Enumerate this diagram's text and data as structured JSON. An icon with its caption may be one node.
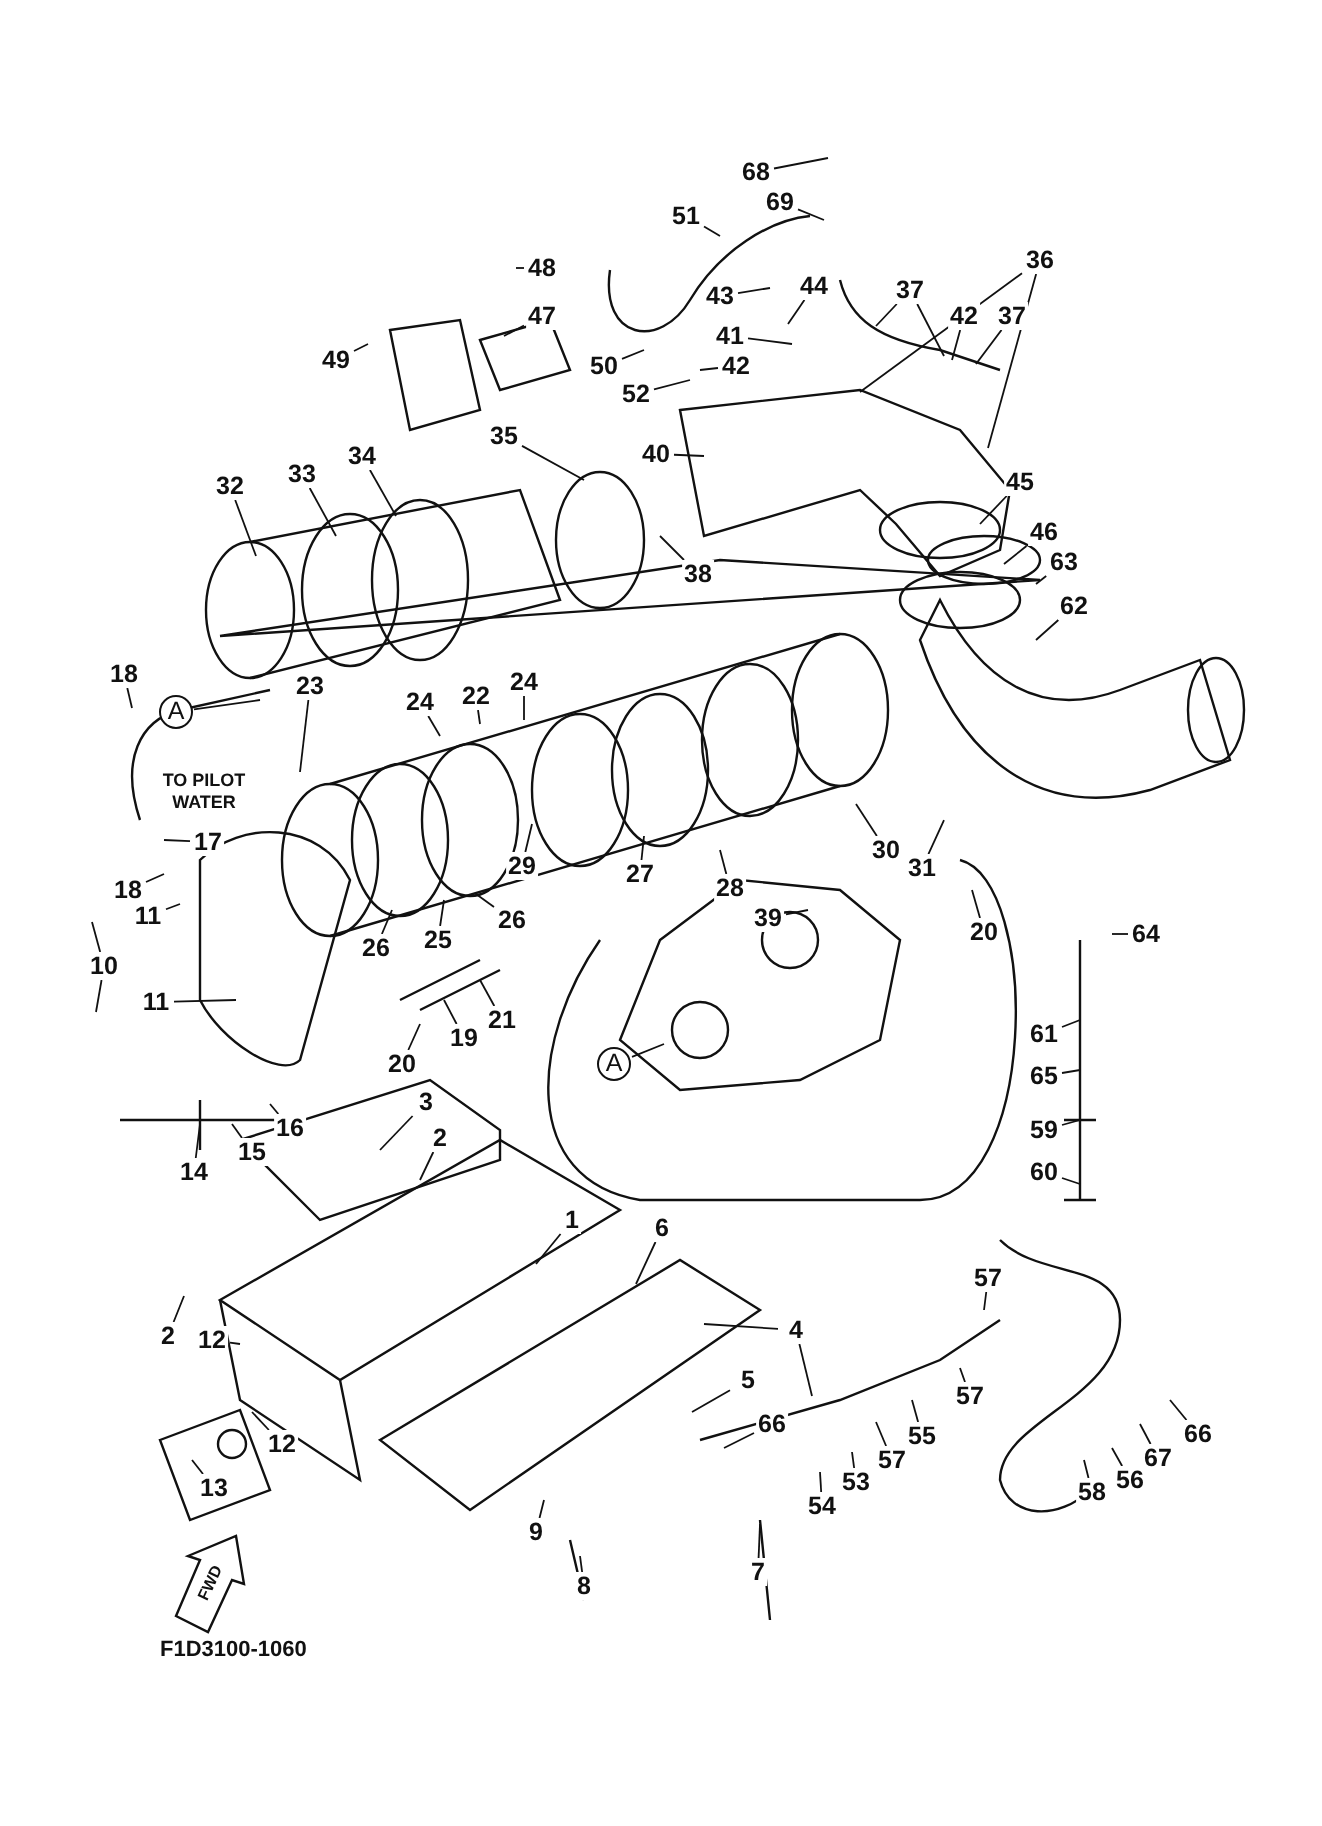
{
  "diagram": {
    "nodes": [
      {
        "text": [
          "68"
        ]
      },
      {
        "text": [
          "69"
        ]
      },
      {
        "text": [
          "51"
        ]
      },
      {
        "text": [
          "48"
        ]
      },
      {
        "text": [
          "36"
        ]
      },
      {
        "text": [
          "44"
        ]
      },
      {
        "text": [
          "37"
        ]
      },
      {
        "text": [
          "43"
        ]
      },
      {
        "text": [
          "37"
        ]
      },
      {
        "text": [
          "47"
        ]
      },
      {
        "text": [
          "42"
        ]
      },
      {
        "text": [
          "41"
        ]
      },
      {
        "text": [
          "49"
        ]
      },
      {
        "text": [
          "50"
        ]
      },
      {
        "text": [
          "42"
        ]
      },
      {
        "text": [
          "52"
        ]
      },
      {
        "text": [
          "35"
        ]
      },
      {
        "text": [
          "40"
        ]
      },
      {
        "text": [
          "34"
        ]
      },
      {
        "text": [
          "33"
        ]
      },
      {
        "text": [
          "45"
        ]
      },
      {
        "text": [
          "32"
        ]
      },
      {
        "text": [
          "46"
        ]
      },
      {
        "text": [
          "63"
        ]
      },
      {
        "text": [
          "38"
        ]
      },
      {
        "text": [
          "62"
        ]
      },
      {
        "text": [
          "18"
        ]
      },
      {
        "text": [
          "23"
        ]
      },
      {
        "text": [
          "24"
        ]
      },
      {
        "text": [
          "22"
        ]
      },
      {
        "text": [
          "24"
        ]
      },
      {
        "text": [
          "A"
        ]
      },
      {
        "text": [
          "17"
        ]
      },
      {
        "text": [
          "30"
        ]
      },
      {
        "text": [
          "29"
        ]
      },
      {
        "text": [
          "31"
        ]
      },
      {
        "text": [
          "27"
        ]
      },
      {
        "text": [
          "28"
        ]
      },
      {
        "text": [
          "18"
        ]
      },
      {
        "text": [
          "11"
        ]
      },
      {
        "text": [
          "39"
        ]
      },
      {
        "text": [
          "26"
        ]
      },
      {
        "text": [
          "20"
        ]
      },
      {
        "text": [
          "64"
        ]
      },
      {
        "text": [
          "25"
        ]
      },
      {
        "text": [
          "26"
        ]
      },
      {
        "text": [
          "10"
        ]
      },
      {
        "text": [
          "11"
        ]
      },
      {
        "text": [
          "21"
        ]
      },
      {
        "text": [
          "61"
        ]
      },
      {
        "text": [
          "19"
        ]
      },
      {
        "text": [
          "A"
        ]
      },
      {
        "text": [
          "20"
        ]
      },
      {
        "text": [
          "65"
        ]
      },
      {
        "text": [
          "3"
        ]
      },
      {
        "text": [
          "16"
        ]
      },
      {
        "text": [
          "59"
        ]
      },
      {
        "text": [
          "2"
        ]
      },
      {
        "text": [
          "15"
        ]
      },
      {
        "text": [
          "14"
        ]
      },
      {
        "text": [
          "60"
        ]
      },
      {
        "text": [
          "1"
        ]
      },
      {
        "text": [
          "6"
        ]
      },
      {
        "text": [
          "57"
        ]
      },
      {
        "text": [
          "4"
        ]
      },
      {
        "text": [
          "2"
        ]
      },
      {
        "text": [
          "12"
        ]
      },
      {
        "text": [
          "5"
        ]
      },
      {
        "text": [
          "57"
        ]
      },
      {
        "text": [
          "66"
        ]
      },
      {
        "text": [
          "66"
        ]
      },
      {
        "text": [
          "55"
        ]
      },
      {
        "text": [
          "12"
        ]
      },
      {
        "text": [
          "67"
        ]
      },
      {
        "text": [
          "57"
        ]
      },
      {
        "text": [
          "56"
        ]
      },
      {
        "text": [
          "53"
        ]
      },
      {
        "text": [
          "13"
        ]
      },
      {
        "text": [
          "58"
        ]
      },
      {
        "text": [
          "54"
        ]
      },
      {
        "text": [
          "9"
        ]
      },
      {
        "text": [
          "7"
        ]
      },
      {
        "text": [
          "8"
        ]
      }
    ],
    "edges": [
      {
        "from": 0,
        "to": null,
        "arrow": "none"
      },
      {
        "from": 1,
        "to": null,
        "arrow": "none"
      },
      {
        "from": 2,
        "to": null,
        "arrow": "none"
      },
      {
        "from": 3,
        "to": null,
        "arrow": "none"
      },
      {
        "from": 4,
        "to": null,
        "arrow": "none"
      },
      {
        "from": 4,
        "to": null,
        "arrow": "none"
      },
      {
        "from": 5,
        "to": null,
        "arrow": "none"
      },
      {
        "from": 6,
        "to": null,
        "arrow": "none"
      },
      {
        "from": 6,
        "to": null,
        "arrow": "none"
      },
      {
        "from": 7,
        "to": null,
        "arrow": "none"
      },
      {
        "from": 8,
        "to": null,
        "arrow": "none"
      },
      {
        "from": 9,
        "to": null,
        "arrow": "none"
      },
      {
        "from": 10,
        "to": null,
        "arrow": "none"
      },
      {
        "from": 11,
        "to": null,
        "arrow": "none"
      },
      {
        "from": 12,
        "to": null,
        "arrow": "none"
      },
      {
        "from": 13,
        "to": null,
        "arrow": "none"
      },
      {
        "from": 14,
        "to": null,
        "arrow": "none"
      },
      {
        "from": 15,
        "to": null,
        "arrow": "none"
      },
      {
        "from": 16,
        "to": null,
        "arrow": "none"
      },
      {
        "from": 17,
        "to": null,
        "arrow": "none"
      },
      {
        "from": 18,
        "to": null,
        "arrow": "none"
      },
      {
        "from": 19,
        "to": null,
        "arrow": "none"
      },
      {
        "from": 20,
        "to": null,
        "arrow": "none"
      },
      {
        "from": 21,
        "to": null,
        "arrow": "none"
      },
      {
        "from": 22,
        "to": null,
        "arrow": "none"
      },
      {
        "from": 23,
        "to": null,
        "arrow": "none"
      },
      {
        "from": 24,
        "to": null,
        "arrow": "none"
      },
      {
        "from": 25,
        "to": null,
        "arrow": "none"
      },
      {
        "from": 26,
        "to": null,
        "arrow": "none"
      },
      {
        "from": 27,
        "to": null,
        "arrow": "none"
      },
      {
        "from": 28,
        "to": null,
        "arrow": "none"
      },
      {
        "from": 29,
        "to": null,
        "arrow": "none"
      },
      {
        "from": 30,
        "to": null,
        "arrow": "none"
      },
      {
        "from": 31,
        "to": null,
        "arrow": "none"
      },
      {
        "from": 32,
        "to": null,
        "arrow": "none"
      },
      {
        "from": 33,
        "to": null,
        "arrow": "none"
      },
      {
        "from": 34,
        "to": null,
        "arrow": "none"
      },
      {
        "from": 35,
        "to": null,
        "arrow": "none"
      },
      {
        "from": 36,
        "to": null,
        "arrow": "none"
      },
      {
        "from": 37,
        "to": null,
        "arrow": "none"
      },
      {
        "from": 38,
        "to": null,
        "arrow": "none"
      },
      {
        "from": 39,
        "to": null,
        "arrow": "none"
      },
      {
        "from": 40,
        "to": null,
        "arrow": "none"
      },
      {
        "from": 41,
        "to": null,
        "arrow": "none"
      },
      {
        "from": 42,
        "to": null,
        "arrow": "none"
      },
      {
        "from": 43,
        "to": null,
        "arrow": "none"
      },
      {
        "from": 44,
        "to": null,
        "arrow": "none"
      },
      {
        "from": 45,
        "to": null,
        "arrow": "none"
      },
      {
        "from": 46,
        "to": null,
        "arrow": "none"
      },
      {
        "from": 46,
        "to": null,
        "arrow": "none"
      },
      {
        "from": 47,
        "to": null,
        "arrow": "none"
      },
      {
        "from": 48,
        "to": null,
        "arrow": "none"
      },
      {
        "from": 49,
        "to": null,
        "arrow": "none"
      },
      {
        "from": 50,
        "to": null,
        "arrow": "none"
      },
      {
        "from": 51,
        "to": null,
        "arrow": "none"
      },
      {
        "from": 52,
        "to": null,
        "arrow": "none"
      },
      {
        "from": 53,
        "to": null,
        "arrow": "none"
      },
      {
        "from": 54,
        "to": null,
        "arrow": "none"
      },
      {
        "from": 55,
        "to": null,
        "arrow": "none"
      },
      {
        "from": 56,
        "to": null,
        "arrow": "none"
      },
      {
        "from": 57,
        "to": null,
        "arrow": "none"
      },
      {
        "from": 58,
        "to": null,
        "arrow": "none"
      },
      {
        "from": 59,
        "to": null,
        "arrow": "none"
      },
      {
        "from": 60,
        "to": null,
        "arrow": "none"
      },
      {
        "from": 61,
        "to": null,
        "arrow": "none"
      },
      {
        "from": 62,
        "to": null,
        "arrow": "none"
      },
      {
        "from": 63,
        "to": null,
        "arrow": "none"
      },
      {
        "from": 64,
        "to": null,
        "arrow": "none"
      },
      {
        "from": 64,
        "to": null,
        "arrow": "none"
      },
      {
        "from": 65,
        "to": null,
        "arrow": "none"
      },
      {
        "from": 66,
        "to": null,
        "arrow": "none"
      },
      {
        "from": 67,
        "to": null,
        "arrow": "none"
      },
      {
        "from": 68,
        "to": null,
        "arrow": "none"
      },
      {
        "from": 69,
        "to": null,
        "arrow": "none"
      },
      {
        "from": 70,
        "to": null,
        "arrow": "none"
      },
      {
        "from": 71,
        "to": null,
        "arrow": "none"
      },
      {
        "from": 72,
        "to": null,
        "arrow": "none"
      },
      {
        "from": 73,
        "to": null,
        "arrow": "none"
      },
      {
        "from": 74,
        "to": null,
        "arrow": "none"
      },
      {
        "from": 75,
        "to": null,
        "arrow": "none"
      },
      {
        "from": 76,
        "to": null,
        "arrow": "none"
      },
      {
        "from": 77,
        "to": null,
        "arrow": "none"
      },
      {
        "from": 78,
        "to": null,
        "arrow": "none"
      },
      {
        "from": 79,
        "to": null,
        "arrow": "none"
      },
      {
        "from": 80,
        "to": null,
        "arrow": "none"
      },
      {
        "from": 81,
        "to": null,
        "arrow": "none"
      },
      {
        "from": 82,
        "to": null,
        "arrow": "none"
      }
    ],
    "labels": [
      "TO PILOT WATER",
      "FWD",
      "F1D3100-1060"
    ]
  }
}
